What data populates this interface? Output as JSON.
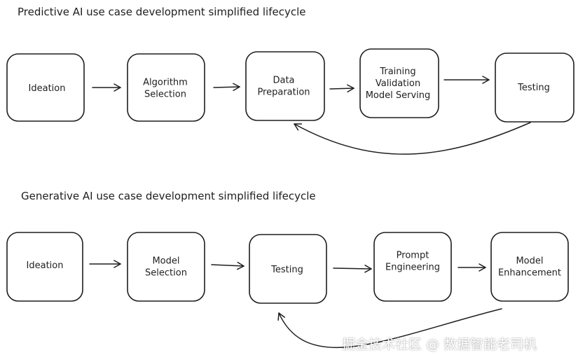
{
  "predictive": {
    "title": "Predictive AI use case development simplified lifecycle",
    "steps": [
      {
        "lines": [
          "Ideation"
        ]
      },
      {
        "lines": [
          "Algorithm",
          "Selection"
        ]
      },
      {
        "lines": [
          "Data",
          "Preparation"
        ]
      },
      {
        "lines": [
          "Training",
          "Validation",
          "Model Serving"
        ]
      },
      {
        "lines": [
          "Testing"
        ]
      }
    ]
  },
  "generative": {
    "title": "Generative AI use case development simplified lifecycle",
    "steps": [
      {
        "lines": [
          "Ideation"
        ]
      },
      {
        "lines": [
          "Model",
          "Selection"
        ]
      },
      {
        "lines": [
          "Testing"
        ]
      },
      {
        "lines": [
          "Prompt",
          "Engineering"
        ]
      },
      {
        "lines": [
          "Model",
          "Enhancement"
        ]
      }
    ]
  },
  "watermark": "掘金技术社区 @ 数据智能老司机",
  "colors": {
    "stroke": "#1e1e1e",
    "background": "#ffffff"
  }
}
